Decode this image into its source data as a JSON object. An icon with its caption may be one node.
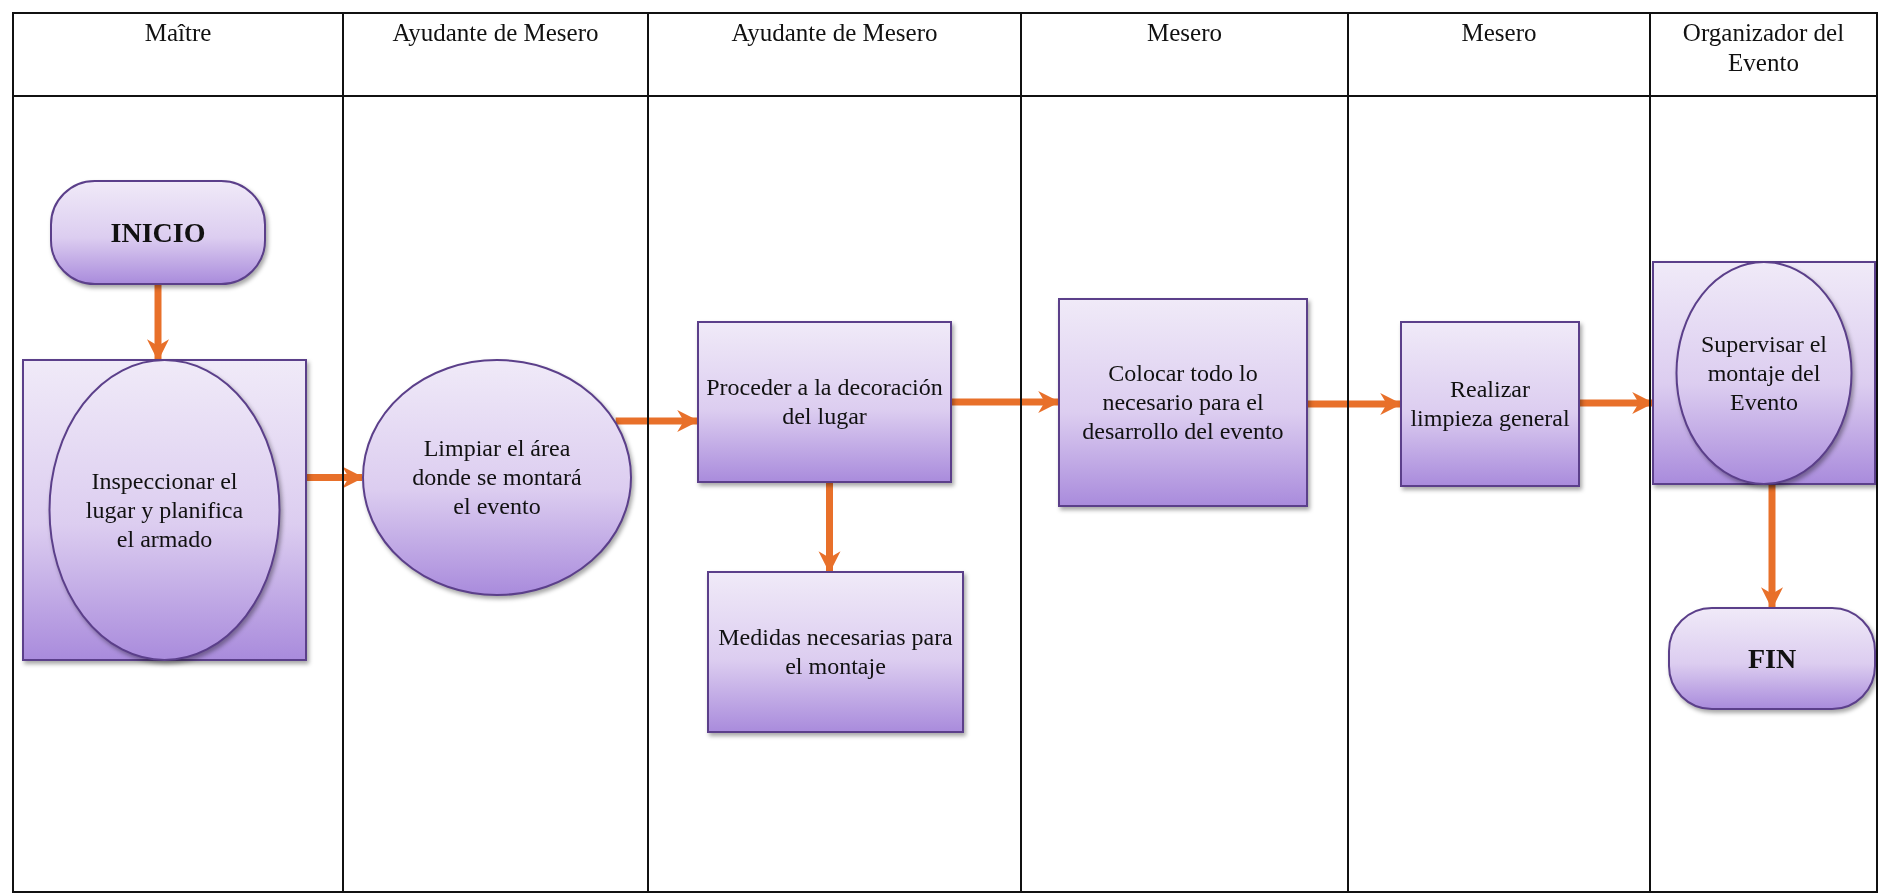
{
  "diagram": {
    "nodes": [
      {
        "text": [
          "Maître"
        ]
      },
      {
        "text": [
          "Ayudante de Mesero"
        ]
      },
      {
        "text": [
          "Ayudante de Mesero"
        ]
      },
      {
        "text": [
          "Mesero"
        ]
      },
      {
        "text": [
          "Mesero"
        ]
      },
      {
        "text": [
          "Organizador del Evento"
        ]
      },
      {
        "text": [
          "INICIO"
        ],
        "in": 0
      },
      {
        "text": [
          "Inspeccionar el lugar y planifica el armado"
        ],
        "in": 0
      },
      {
        "text": [
          "Limpiar el área donde se montará el evento"
        ],
        "in": 1
      },
      {
        "text": [
          "Proceder a la decoración del lugar"
        ],
        "in": 2
      },
      {
        "text": [
          "Medidas necesarias para el montaje"
        ],
        "in": 2
      },
      {
        "text": [
          "Colocar todo lo necesario para el desarrollo del evento"
        ],
        "in": 3
      },
      {
        "text": [
          "Realizar limpieza general"
        ],
        "in": 4
      },
      {
        "text": [
          "Supervisar el montaje del Evento"
        ],
        "in": 5
      },
      {
        "text": [
          "FIN"
        ],
        "in": 5
      }
    ],
    "edges": [
      {
        "from": 6,
        "to": 7,
        "arrow": "to"
      },
      {
        "from": 7,
        "to": 8,
        "arrow": "to"
      },
      {
        "from": 8,
        "to": 9,
        "arrow": "to"
      },
      {
        "from": 9,
        "to": 10,
        "arrow": "to"
      },
      {
        "from": 9,
        "to": 11,
        "arrow": "to"
      },
      {
        "from": 11,
        "to": 12,
        "arrow": "to"
      },
      {
        "from": 12,
        "to": 13,
        "arrow": "to"
      },
      {
        "from": 13,
        "to": 14,
        "arrow": "to"
      }
    ]
  }
}
